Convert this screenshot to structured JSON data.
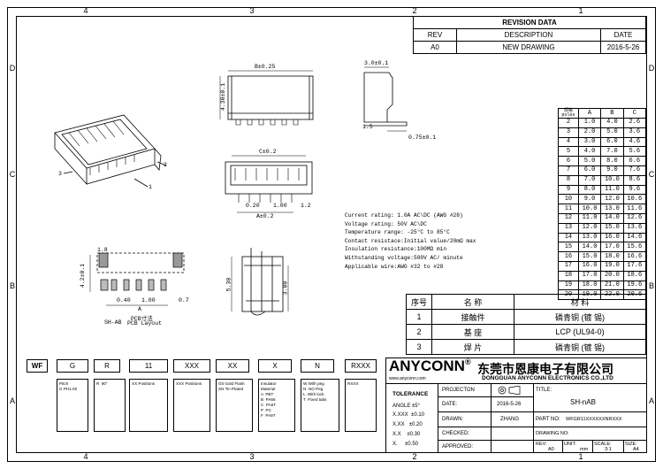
{
  "zones": {
    "top": [
      "4",
      "3",
      "2",
      "1"
    ],
    "side": [
      "D",
      "C",
      "B",
      "A"
    ]
  },
  "revision": {
    "title": "REVISION DATA",
    "headers": [
      "REV",
      "DESCRIPTION",
      "DATE"
    ],
    "row": [
      "A0",
      "NEW DRAWING",
      "2016-5-26"
    ]
  },
  "dimension_table": {
    "headers": [
      "规格\npoles",
      "A",
      "B",
      "C"
    ],
    "rows": [
      [
        "2",
        "1.0",
        "4.0",
        "2.6"
      ],
      [
        "3",
        "2.0",
        "5.0",
        "3.6"
      ],
      [
        "4",
        "3.0",
        "6.0",
        "4.6"
      ],
      [
        "5",
        "4.0",
        "7.0",
        "5.6"
      ],
      [
        "6",
        "5.0",
        "8.0",
        "6.6"
      ],
      [
        "7",
        "6.0",
        "9.0",
        "7.6"
      ],
      [
        "8",
        "7.0",
        "10.0",
        "8.6"
      ],
      [
        "9",
        "8.0",
        "11.0",
        "9.6"
      ],
      [
        "10",
        "9.0",
        "12.0",
        "10.6"
      ],
      [
        "11",
        "10.0",
        "13.0",
        "11.6"
      ],
      [
        "12",
        "11.0",
        "14.0",
        "12.6"
      ],
      [
        "13",
        "12.0",
        "15.0",
        "13.6"
      ],
      [
        "14",
        "13.0",
        "16.0",
        "14.6"
      ],
      [
        "15",
        "14.0",
        "17.0",
        "15.6"
      ],
      [
        "16",
        "15.0",
        "18.0",
        "16.6"
      ],
      [
        "17",
        "16.0",
        "19.0",
        "17.6"
      ],
      [
        "18",
        "17.0",
        "20.0",
        "18.6"
      ],
      [
        "19",
        "18.0",
        "21.0",
        "19.6"
      ],
      [
        "20",
        "19.0",
        "22.0",
        "20.6"
      ]
    ]
  },
  "specs": [
    "Current rating: 1.0A AC\\DC (AWG #28)",
    "Voltage rating: 50V AC\\DC",
    "Temperature range: -25°C to 85°C",
    "Contact resistace:Initial value/20mΩ max",
    "Insulation resistance:100MΩ min",
    "Withstanding voltage:500V AC/ minute",
    "Applicable wire:AWG #32 to #28"
  ],
  "materials": {
    "headers": [
      "序号",
      "名  称",
      "材    料"
    ],
    "rows": [
      [
        "1",
        "接触件",
        "磷青铜  (镀 锡)"
      ],
      [
        "2",
        "基  座",
        "LCP    (UL94-0)"
      ],
      [
        "3",
        "焊  片",
        "磷青铜  (镀 锡)"
      ]
    ]
  },
  "drawing_labels": {
    "top_dim_b": "B±0.25",
    "top_dim_h": "4.30±0.1",
    "side_top": "3.0±0.1",
    "side_bottom": "0.75±0.1",
    "side_small": "1.5",
    "front_c": "C±0.2",
    "front_a": "A±0.2",
    "front_pitch": "1.00",
    "front_020": "0.20",
    "front_12": "1.2",
    "pcb_title": "PCB寸法",
    "pcb_sub": "PCB Layout",
    "pcb_sh": "SH-AB",
    "pcb_040": "0.40",
    "pcb_100": "1.00",
    "pcb_07": "0.7",
    "pcb_a": "A",
    "pcb_42": "4.2±0.1",
    "pcb_18": "1.8",
    "sec_530": "5.30",
    "sec_300": "3.00",
    "iso_3": "3",
    "iso_2": "2",
    "iso_1": "1"
  },
  "part_number": {
    "boxes": [
      "WF",
      "G",
      "R",
      "11",
      "XXX",
      "XX",
      "X",
      "N",
      "RXXX"
    ],
    "descriptions": [
      "",
      "Pitch\nG PH1.00",
      "R  90°",
      "XX Positions",
      "XXX Positions",
      "G0 Gold Flash\nSN Tin Plated",
      "Insulator\nMaterial\nA  PBT\nB  PA66\nC  PA6T\nP  PC\nF  PA9T",
      "W With peg\nN  NO Peg\nL  With lock\nT  Fixed tabs",
      "RXXX"
    ]
  },
  "title_block": {
    "company": "ANYCONN",
    "company_cn": "东莞市恩康电子有限公司",
    "company_en": "DONGGUAN ANYCONN ELECTRONICS CO.,LTD",
    "website": "www.anyconn.com",
    "tolerance": "TOLERANCE",
    "angle": "ANGLE  ±5°",
    "tol_rows": [
      [
        "X.XXX",
        "±0.10"
      ],
      [
        "X.XX",
        "±0.20"
      ],
      [
        "X.X",
        "±0.30"
      ],
      [
        "X.",
        "±0.50"
      ]
    ],
    "projection": "PROJECTON",
    "date_label": "DATE:",
    "date": "2016-5-26",
    "drawn_label": "DRAWN:",
    "drawn": "ZHANG",
    "checked_label": "CHECKED:",
    "approved_label": "APPROVED:",
    "title_label": "TITLE:",
    "title": "SH-nAB",
    "part_no_label": "PART NO:",
    "part_no": "WFGR11XXXXXXNRXXX",
    "drawing_no_label": "DRAWING NO:",
    "rev_label": "REV:",
    "rev": "A0",
    "unit_label": "UNIT:",
    "unit": "mm",
    "scale_label": "SCALE:",
    "scale": "3:1",
    "size_label": "SIZE:",
    "size": "A4"
  }
}
